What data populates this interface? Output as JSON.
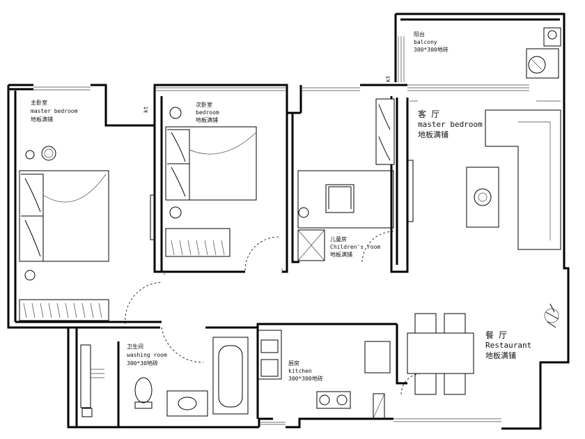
{
  "rooms": {
    "master": {
      "cn": "主卧室",
      "en": "master bedroom",
      "floor": "地板满铺"
    },
    "second": {
      "cn": "次卧室",
      "en": "bedroom",
      "floor": "地板满铺"
    },
    "children": {
      "cn": "儿童房",
      "en": "Children's room",
      "floor": "地板满铺"
    },
    "balcony": {
      "cn": "阳台",
      "en": "balcony",
      "floor": "300*300地砖"
    },
    "living": {
      "cn": "客 厅",
      "en": "master bedroom",
      "floor": "地板满铺"
    },
    "dining": {
      "cn": "餐 厅",
      "en": "Restaurant",
      "floor": "地板满铺"
    },
    "bath": {
      "cn": "卫生间",
      "en": "washing room",
      "floor": "300*30地砖"
    },
    "kitchen": {
      "cn": "厨房",
      "en": "kitchen",
      "floor": "300*300地砖"
    }
  },
  "marks": {
    "kt": "kt"
  }
}
